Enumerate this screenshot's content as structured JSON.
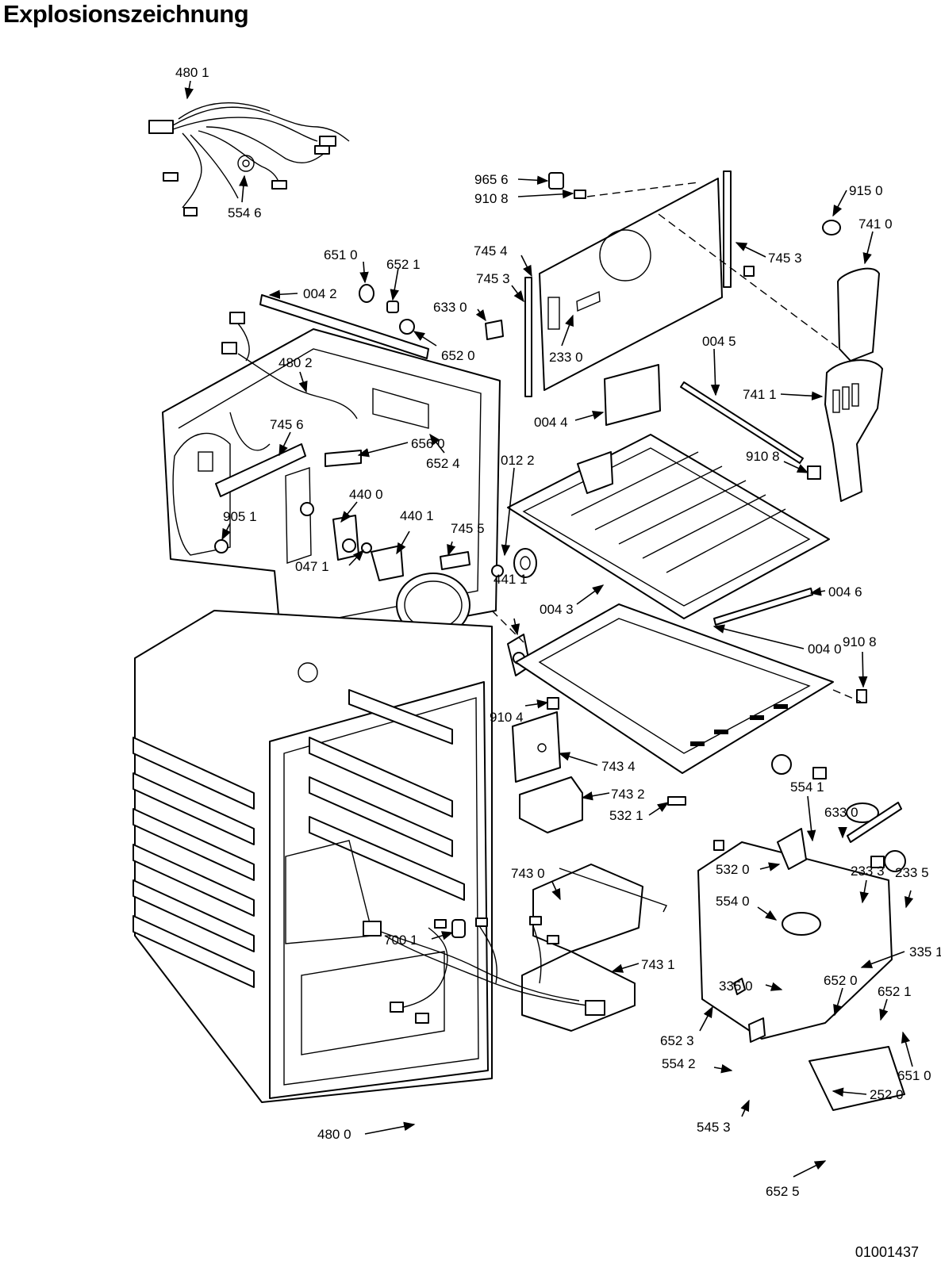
{
  "title": "Explosionszeichnung",
  "doc_number": "01001437",
  "callouts": [
    {
      "id": "l01",
      "text": "480 1"
    },
    {
      "id": "l02",
      "text": "554 6"
    },
    {
      "id": "l03",
      "text": "965 6"
    },
    {
      "id": "l04",
      "text": "910 8"
    },
    {
      "id": "l05",
      "text": "915 0"
    },
    {
      "id": "l06",
      "text": "741 0"
    },
    {
      "id": "l07",
      "text": "745 4"
    },
    {
      "id": "l08",
      "text": "745 3"
    },
    {
      "id": "l09",
      "text": "745 3"
    },
    {
      "id": "l10",
      "text": "651 0"
    },
    {
      "id": "l11",
      "text": "652 1"
    },
    {
      "id": "l12",
      "text": "004 2"
    },
    {
      "id": "l13",
      "text": "633 0"
    },
    {
      "id": "l14",
      "text": "652 0"
    },
    {
      "id": "l15",
      "text": "233 0"
    },
    {
      "id": "l16",
      "text": "004 5"
    },
    {
      "id": "l17",
      "text": "741 1"
    },
    {
      "id": "l18",
      "text": "480 2"
    },
    {
      "id": "l19",
      "text": "004 4"
    },
    {
      "id": "l20",
      "text": "745 6"
    },
    {
      "id": "l21",
      "text": "656 0"
    },
    {
      "id": "l22",
      "text": "652 4"
    },
    {
      "id": "l23",
      "text": "012 2"
    },
    {
      "id": "l24",
      "text": "910 8"
    },
    {
      "id": "l25",
      "text": "440 0"
    },
    {
      "id": "l26",
      "text": "905 1"
    },
    {
      "id": "l27",
      "text": "440 1"
    },
    {
      "id": "l28",
      "text": "745 5"
    },
    {
      "id": "l29",
      "text": "047 1"
    },
    {
      "id": "l30",
      "text": "441 1"
    },
    {
      "id": "l31",
      "text": "004 3"
    },
    {
      "id": "l32",
      "text": "004 6"
    },
    {
      "id": "l33",
      "text": "910 8"
    },
    {
      "id": "l34",
      "text": "004 0"
    },
    {
      "id": "l35",
      "text": "910 4"
    },
    {
      "id": "l36",
      "text": "743 4"
    },
    {
      "id": "l37",
      "text": "743 2"
    },
    {
      "id": "l38",
      "text": "532 1"
    },
    {
      "id": "l39",
      "text": "554 1"
    },
    {
      "id": "l40",
      "text": "633 0"
    },
    {
      "id": "l41",
      "text": "532 0"
    },
    {
      "id": "l42",
      "text": "233 3"
    },
    {
      "id": "l43",
      "text": "233 5"
    },
    {
      "id": "l44",
      "text": "743 0"
    },
    {
      "id": "l45",
      "text": "554 0"
    },
    {
      "id": "l46",
      "text": "700 1"
    },
    {
      "id": "l47",
      "text": "743 1"
    },
    {
      "id": "l48",
      "text": "335 1"
    },
    {
      "id": "l49",
      "text": "335 0"
    },
    {
      "id": "l50",
      "text": "652 0"
    },
    {
      "id": "l51",
      "text": "652 1"
    },
    {
      "id": "l52",
      "text": "652 3"
    },
    {
      "id": "l53",
      "text": "554 2"
    },
    {
      "id": "l54",
      "text": "651 0"
    },
    {
      "id": "l55",
      "text": "252 0"
    },
    {
      "id": "l56",
      "text": "480 0"
    },
    {
      "id": "l57",
      "text": "545 3"
    },
    {
      "id": "l58",
      "text": "652 5"
    }
  ]
}
